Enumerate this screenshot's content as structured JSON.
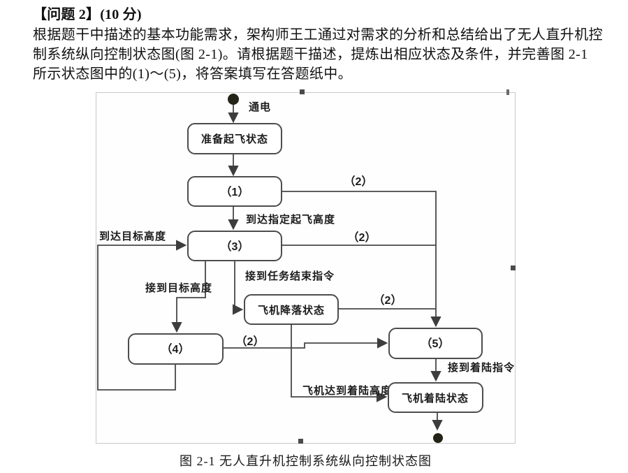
{
  "colors": {
    "diagram_line": "#474747",
    "box_border": "#4d4d4d",
    "frame_border": "#c9c9c9",
    "text": "#111111"
  },
  "problem": {
    "title": "【问题 2】(10 分)",
    "lines": [
      "根据题干中描述的基本功能需求，架构师王工通过对需求的分析和总结给出了无人直升机控",
      "制系统纵向控制状态图(图 2-1)。请根据题干描述，提炼出相应状态及条件，并完善图 2-1",
      "所示状态图中的(1)～(5)，将答案填写在答题纸中。"
    ]
  },
  "figure": {
    "caption": "图 2-1  无人直升机控制系统纵向控制状态图",
    "icons": {
      "initial_state": "filled-dot",
      "final_state": "filled-dot",
      "selection_handles": "drag-handle-squares"
    },
    "states": {
      "prepare": "准备起飞状态",
      "blank1": "（1）",
      "blank3": "（3）",
      "descend": "飞机降落状态",
      "blank4": "（4）",
      "blank5": "（5）",
      "land": "飞机着陆状态"
    },
    "transitions": {
      "power_on": "通电",
      "takeoff_altitude": "到达指定起飞高度",
      "blank2_from1": "（2）",
      "blank2_from3": "（2）",
      "blank2_from_descend": "（2）",
      "blank2_from4": "（2）",
      "reach_target_altitude": "到达目标高度",
      "receive_target_altitude": "接到目标高度",
      "task_end_command": "接到任务结束指令",
      "landing_command": "接到着陆指令",
      "reach_landing_altitude": "飞机达到着陆高度"
    }
  }
}
